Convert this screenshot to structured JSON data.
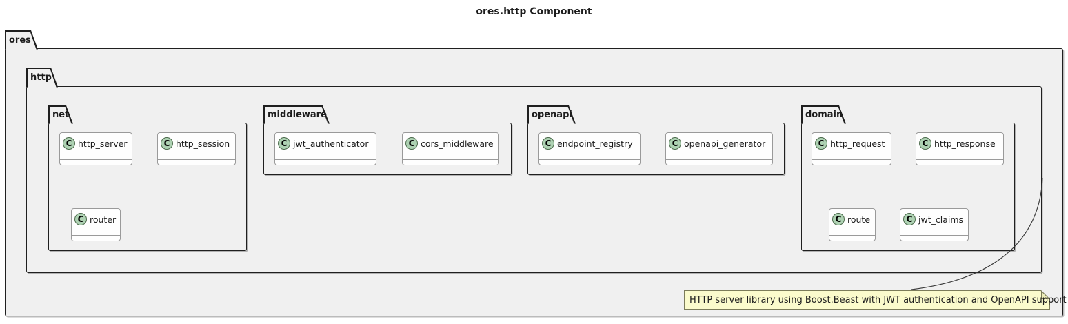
{
  "title": "ores.http Component",
  "class_icon": {
    "letter": "C"
  },
  "colors": {
    "package_fill": "#F0F0F0",
    "package_border": "#1F1F1F",
    "class_fill": "#FEFEFE",
    "class_border": "#9A9A9A",
    "circle_fill": "#ADD1B2",
    "circle_border": "#4C6B4C",
    "note_fill": "#FBFBCC",
    "note_border": "#7C7C5A",
    "note_fold_fill": "#EDEDBB",
    "connector_line": "#3B3B3B"
  },
  "packages": {
    "ores": {
      "label": "ores"
    },
    "http": {
      "label": "http"
    },
    "net": {
      "label": "net",
      "classes": [
        {
          "name": "http_server"
        },
        {
          "name": "http_session"
        },
        {
          "name": "router"
        }
      ]
    },
    "middleware": {
      "label": "middleware",
      "classes": [
        {
          "name": "jwt_authenticator"
        },
        {
          "name": "cors_middleware"
        }
      ]
    },
    "openapi": {
      "label": "openapi",
      "classes": [
        {
          "name": "endpoint_registry"
        },
        {
          "name": "openapi_generator"
        }
      ]
    },
    "domain": {
      "label": "domain",
      "classes": [
        {
          "name": "http_request"
        },
        {
          "name": "http_response"
        },
        {
          "name": "route"
        },
        {
          "name": "jwt_claims"
        }
      ]
    }
  },
  "note": {
    "text": "HTTP server library using Boost.Beast with JWT authentication and OpenAPI support"
  }
}
